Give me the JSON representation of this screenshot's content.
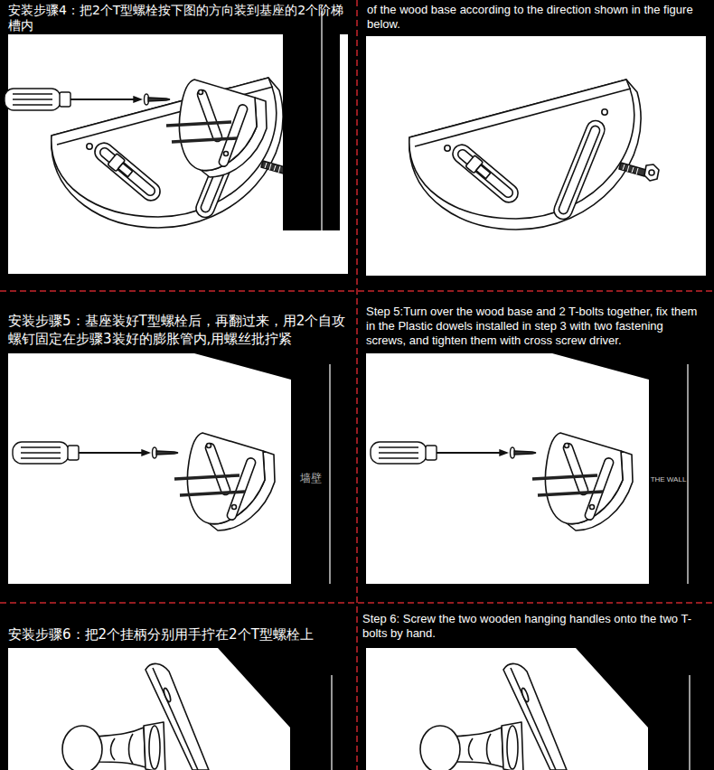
{
  "diagram": {
    "labels": [
      "安装步骤4：把2个T型螺栓按下图的方向装到基座的2个阶梯槽内",
      "of the wood base according to the direction shown in the figure below.",
      "安装步骤5：基座装好T型螺栓后，再翻过来，用2个自攻螺钉固定在步骤3装好的膨胀管内,用螺丝批拧紧",
      "Step 5:Turn over the wood base and 2 T-bolts together, fix them in the Plastic dowels installed in step 3 with two fastening screws, and tighten them with cross screw driver.",
      "墙壁",
      "THE WALL",
      "安装步骤6：把2个挂柄分别用手拧在2个T型螺栓上",
      "Step 6: Screw the two wooden hanging handles onto the two T-bolts by hand."
    ]
  }
}
